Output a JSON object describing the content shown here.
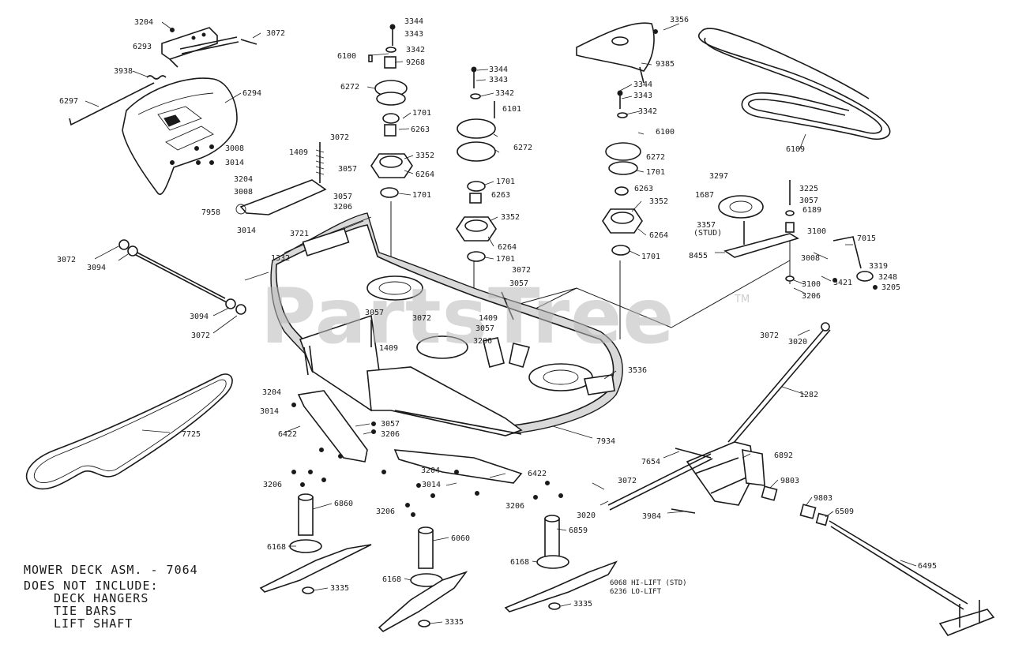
{
  "watermark": {
    "text": "PartsTree",
    "trademark": "TM"
  },
  "note": {
    "title": "MOWER DECK ASM. - 7064",
    "excludes_heading": "DOES NOT INCLUDE:",
    "excluded_items": [
      "DECK HANGERS",
      "TIE BARS",
      "LIFT SHAFT"
    ]
  },
  "callouts": {
    "c_3204_a": "3204",
    "c_3072_a": "3072",
    "c_6293": "6293",
    "c_3938": "3938",
    "c_6297": "6297",
    "c_6294": "6294",
    "c_3008_a": "3008",
    "c_3014_a": "3014",
    "c_3344_a": "3344",
    "c_3343_a": "3343",
    "c_3342_a": "3342",
    "c_6100_a": "6100",
    "c_9268": "9268",
    "c_6272_a": "6272",
    "c_1701_a": "1701",
    "c_6263_a": "6263",
    "c_3352_a": "3352",
    "c_6264_a": "6264",
    "c_1701_b": "1701",
    "c_3344_b": "3344",
    "c_3343_b": "3343",
    "c_3342_b": "3342",
    "c_6101": "6101",
    "c_6272_b": "6272",
    "c_1701_c": "1701",
    "c_6263_b": "6263",
    "c_3352_b": "3352",
    "c_6264_b": "6264",
    "c_1701_d": "1701",
    "c_3356": "3356",
    "c_9385": "9385",
    "c_3344_c": "3344",
    "c_3343_c": "3343",
    "c_3342_c": "3342",
    "c_6100_b": "6100",
    "c_6272_c": "6272",
    "c_1701_e": "1701",
    "c_6263_c": "6263",
    "c_3352_c": "3352",
    "c_6264_c": "6264",
    "c_1701_f": "1701",
    "c_6109": "6109",
    "c_3297": "3297",
    "c_3225": "3225",
    "c_1687": "1687",
    "c_3057_a": "3057",
    "c_6189": "6189",
    "c_3357": "3357",
    "c_stud": "(STUD)",
    "c_3100_a": "3100",
    "c_7015": "7015",
    "c_8455": "8455",
    "c_3008_b": "3008",
    "c_3319": "3319",
    "c_3421": "3421",
    "c_3248": "3248",
    "c_3100_b": "3100",
    "c_3205": "3205",
    "c_3206_a": "3206",
    "c_3072_b": "3072",
    "c_1409_a": "1409",
    "c_3057_b": "3057",
    "c_3204_b": "3204",
    "c_3008_c": "3008",
    "c_3057_c": "3057",
    "c_3206_b": "3206",
    "c_7958": "7958",
    "c_3014_b": "3014",
    "c_3721": "3721",
    "c_3072_c": "3072",
    "c_3057_d": "3057",
    "c_3072_d": "3072",
    "c_3094_a": "3094",
    "c_1332": "1332",
    "c_3094_b": "3094",
    "c_3072_e": "3072",
    "c_3057_e": "3057",
    "c_3072_f": "3072",
    "c_1409_b": "1409",
    "c_1409_c": "1409",
    "c_3057_f": "3057",
    "c_3206_c": "3206",
    "c_3536": "3536",
    "c_3072_g": "3072",
    "c_3020_a": "3020",
    "c_1282": "1282",
    "c_7725": "7725",
    "c_3204_c": "3204",
    "c_3014_c": "3014",
    "c_6422_a": "6422",
    "c_3057_g": "3057",
    "c_3206_d": "3206",
    "c_7934": "7934",
    "c_6892": "6892",
    "c_7654": "7654",
    "c_9803_a": "9803",
    "c_9803_b": "9803",
    "c_6509": "6509",
    "c_3072_h": "3072",
    "c_3020_b": "3020",
    "c_3984": "3984",
    "c_6495": "6495",
    "c_3204_d": "3204",
    "c_6422_b": "6422",
    "c_3014_d": "3014",
    "c_3206_e": "3206",
    "c_3206_f": "3206",
    "c_3206_g": "3206",
    "c_6860": "6860",
    "c_6168_a": "6168",
    "c_3335_a": "3335",
    "c_6060": "6060",
    "c_6168_b": "6168",
    "c_3335_b": "3335",
    "c_6859": "6859",
    "c_6168_c": "6168",
    "c_3335_c": "3335",
    "c_6068": "6068 HI-LIFT (STD)",
    "c_6236": "6236 LO-LIFT"
  }
}
